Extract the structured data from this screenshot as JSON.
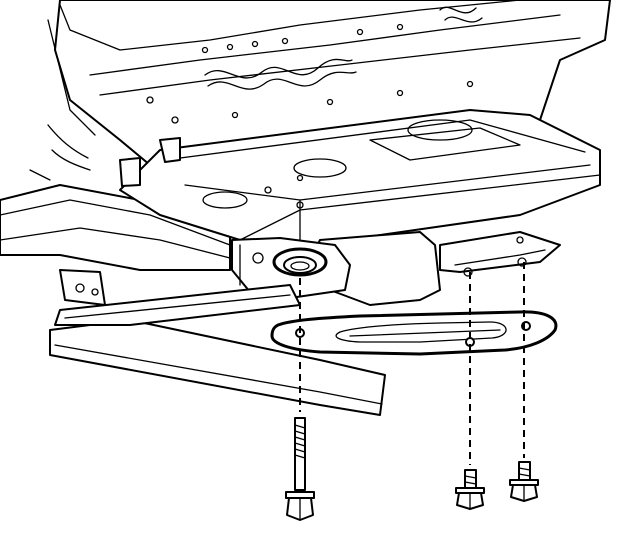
{
  "diagram": {
    "parts": [
      {
        "id": "vehicle-frame",
        "icon": "frame-rail"
      },
      {
        "id": "transmission-mount",
        "icon": "mount-bushing"
      },
      {
        "id": "support-plate",
        "icon": "bracket-plate"
      },
      {
        "id": "mount-bolt",
        "icon": "long-bolt"
      },
      {
        "id": "bracket-bolt-left",
        "icon": "short-bolt"
      },
      {
        "id": "bracket-bolt-right",
        "icon": "short-bolt"
      }
    ],
    "colors": {
      "ink": "#000000",
      "paper": "#ffffff"
    }
  }
}
